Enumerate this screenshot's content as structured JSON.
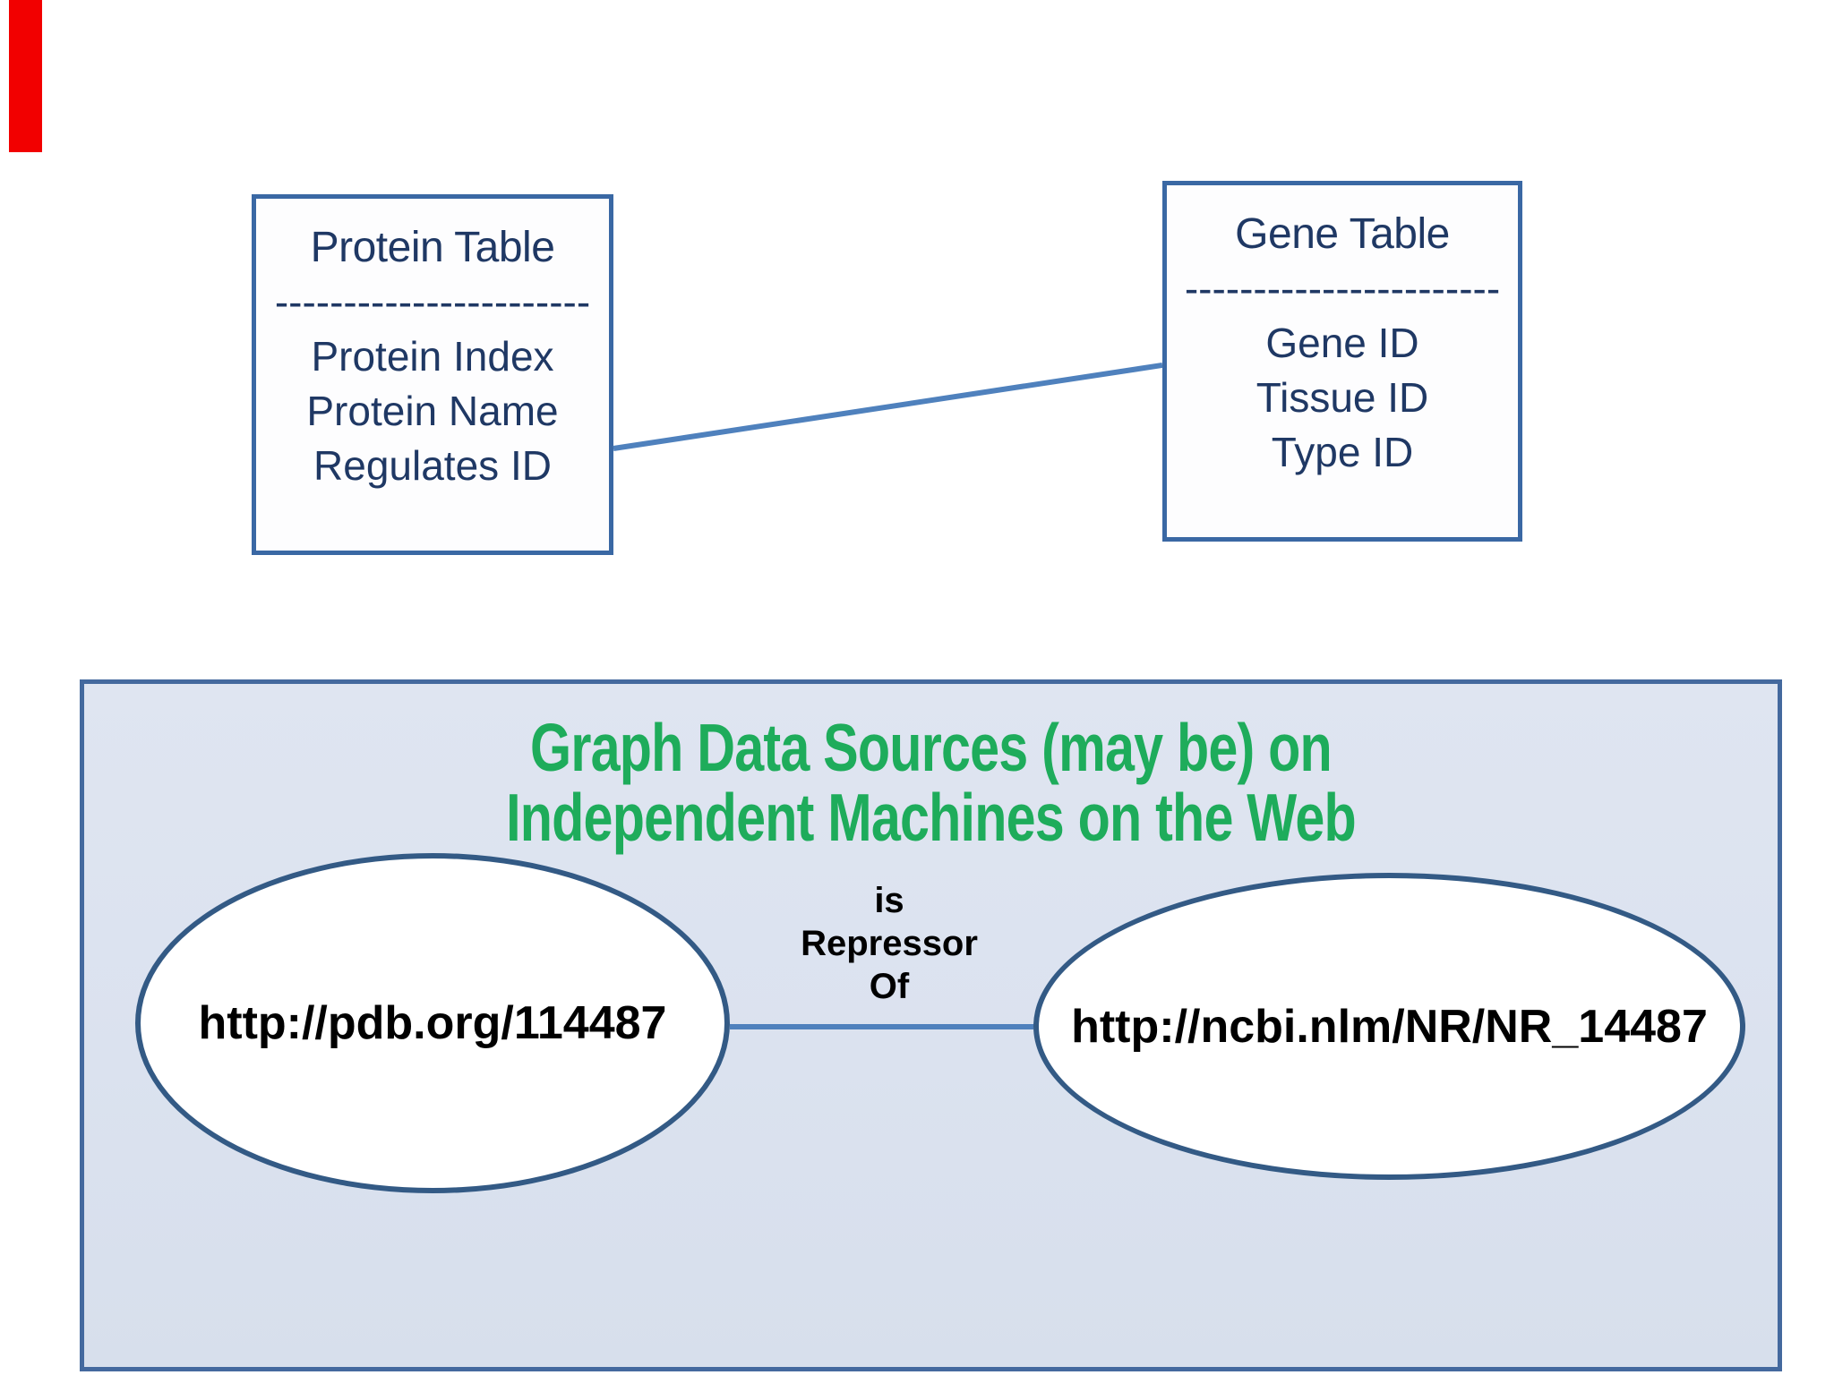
{
  "decor": {
    "red_bar_color": "#f20000"
  },
  "protein_table": {
    "title": "Protein Table",
    "separator": "-----------------------",
    "fields": [
      "Protein Index",
      "Protein Name",
      "Regulates ID"
    ]
  },
  "gene_table": {
    "title": "Gene Table",
    "separator": "-----------------------",
    "fields": [
      "Gene ID",
      "Tissue ID",
      "Type ID"
    ]
  },
  "graph_panel": {
    "heading_line1": "Graph Data Sources (may be) on",
    "heading_line2": "Independent Machines on the Web",
    "left_node_label": "http://pdb.org/114487",
    "right_node_label": "http://ncbi.nlm/NR/NR_14487",
    "edge_label": [
      "is",
      "Repressor",
      "Of"
    ]
  },
  "colors": {
    "heading_green": "#1eac5b",
    "navy_text": "#1f3864",
    "table_border": "#3a68a4",
    "panel_border": "#44699e",
    "panel_fill": "#dce3f0",
    "ellipse_border": "#335a85",
    "connector_blue": "#4f81bd",
    "node_text": "#000000",
    "red_bar": "#f20000"
  }
}
